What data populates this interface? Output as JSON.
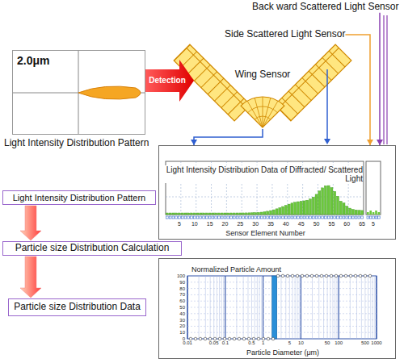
{
  "diagram": {
    "nodes": [
      {
        "text": [
          "2.0μm"
        ]
      },
      {
        "text": [
          "Detection"
        ]
      },
      {
        "text": [
          "Back ward Scattered Light Sensor"
        ]
      },
      {
        "text": [
          "Side Scattered Light Sensor"
        ]
      },
      {
        "text": [
          "Wing Sensor"
        ]
      },
      {
        "text": [
          "Light Intensity Distribution Data of Diffracted/ Scattered Light",
          "Sensor Element Number"
        ]
      },
      {
        "text": [
          "Light Intensity Distribution Pattern"
        ]
      },
      {
        "text": [
          "Particle size Distribution Calculation"
        ]
      },
      {
        "text": [
          "Particle size Distribution Data"
        ]
      },
      {
        "text": [
          "Normalized Particle Amount",
          "Particle Diameter (μm)"
        ]
      }
    ],
    "edges": [
      {
        "from": 4,
        "to": 5,
        "arrow": "to"
      },
      {
        "from": 3,
        "to": 5,
        "arrow": "to"
      },
      {
        "from": 2,
        "to": 5,
        "arrow": "to"
      },
      {
        "from": 6,
        "to": 7,
        "arrow": "to"
      },
      {
        "from": 7,
        "to": 8,
        "arrow": "to"
      }
    ],
    "labels": [
      "Light Intensity Distribution Pattern",
      "5",
      "10",
      "15",
      "20",
      "25",
      "30",
      "35",
      "40",
      "45",
      "50",
      "55",
      "60",
      "65",
      "5",
      "100",
      "90",
      "80",
      "70",
      "60",
      "50",
      "40",
      "30",
      "20",
      "10",
      "0",
      "0.01",
      "0.05",
      "0.1",
      "0.5",
      "1",
      "5",
      "10",
      "50",
      "100",
      "500",
      "1000"
    ]
  }
}
